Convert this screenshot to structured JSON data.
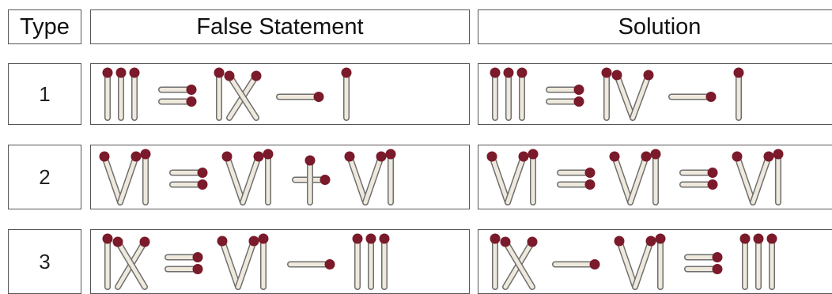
{
  "headers": {
    "type": "Type",
    "false_statement": "False Statement",
    "solution": "Solution"
  },
  "rows": [
    {
      "type": "1",
      "false_statement": [
        "III",
        "=",
        "IX",
        "-",
        "I"
      ],
      "solution": [
        "III",
        "=",
        "IV",
        "-",
        "I"
      ]
    },
    {
      "type": "2",
      "false_statement": [
        "VI",
        "=",
        "VI",
        "+",
        "VI"
      ],
      "solution": [
        "VI",
        "=",
        "VI",
        "=",
        "VI"
      ]
    },
    {
      "type": "3",
      "false_statement": [
        "IX",
        "=",
        "VI",
        "-",
        "III"
      ],
      "solution": [
        "IX",
        "-",
        "VI",
        "=",
        "III"
      ]
    }
  ],
  "colors": {
    "match_stick": "#efe9dd",
    "match_outline": "#6e6e6e",
    "match_head": "#7a1a2a",
    "border": "#555555"
  }
}
